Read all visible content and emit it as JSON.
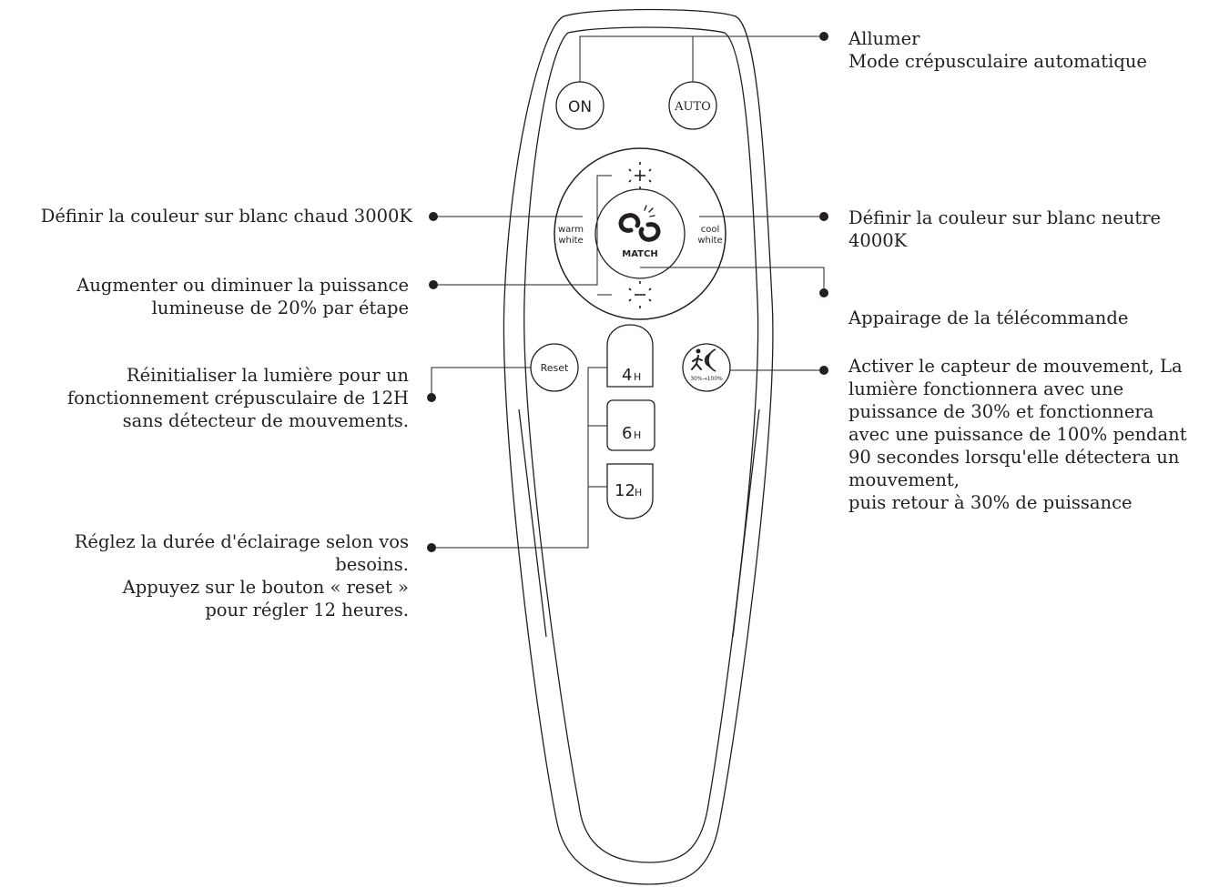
{
  "buttons": {
    "on": "ON",
    "auto": "AUTO",
    "warm_white": [
      "warm",
      "white"
    ],
    "cool_white": [
      "cool",
      "white"
    ],
    "match": "MATCH",
    "reset": "Reset",
    "timer_4": [
      "4",
      "H"
    ],
    "timer_6": [
      "6",
      "H"
    ],
    "timer_12": [
      "12",
      "H"
    ],
    "sensor": "30%→100%"
  },
  "callouts": {
    "on_auto": "Allumer\nMode crépusculaire automatique",
    "warm_white": "Définir la couleur sur blanc chaud 3000K",
    "cool_white": "Définir la couleur sur blanc neutre\n4000K",
    "dimming": "Augmenter ou diminuer la puissance\nlumineuse de 20% par étape",
    "pairing": "Appairage de la télécommande",
    "reset": "Réinitialiser la lumière pour un\nfonctionnement crépusculaire de 12H\nsans détecteur de mouvements.",
    "sensor": "Activer le capteur de mouvement, La\nlumière fonctionnera avec une\npuissance de 30% et fonctionnera\navec une puissance de 100% pendant\n90 secondes lorsqu'elle détectera un\nmouvement,\npuis retour à 30% de puissance",
    "timers": "Réglez la durée d'éclairage selon vos\nbesoins.\nAppuyez sur le bouton « reset »\npour régler 12 heures."
  }
}
